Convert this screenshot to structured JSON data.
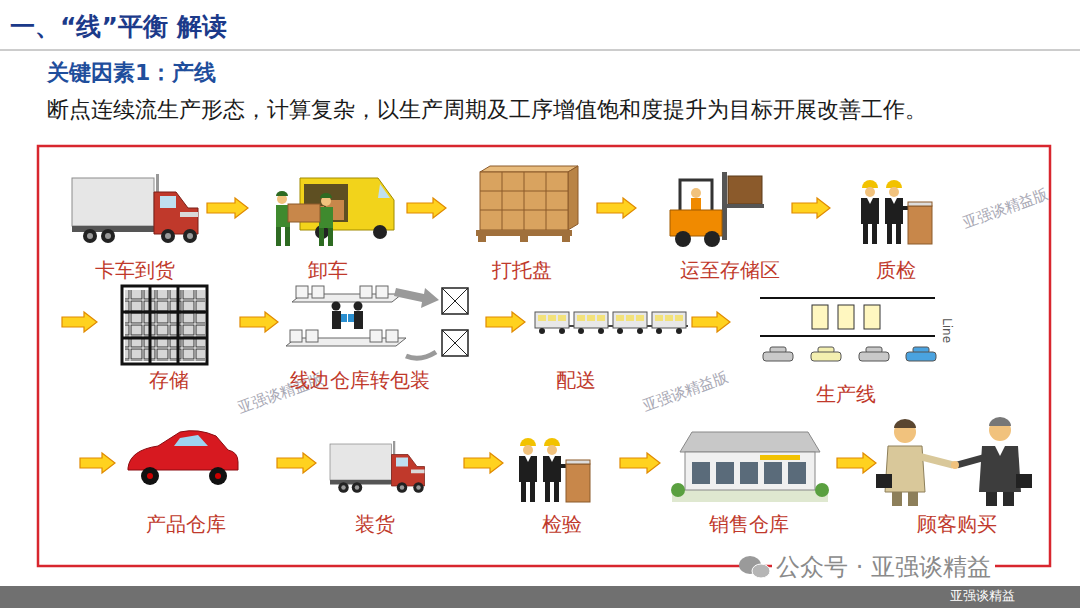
{
  "diagram": {
    "title": "一、“线”平衡 解读",
    "nodes": [
      {
        "text": [
          "卡车到货"
        ]
      },
      {
        "text": [
          "卸车"
        ]
      },
      {
        "text": [
          "打托盘"
        ]
      },
      {
        "text": [
          "运至存储区"
        ]
      },
      {
        "text": [
          "质检"
        ]
      },
      {
        "text": [
          "存储"
        ]
      },
      {
        "text": [
          "线边仓库转包装"
        ]
      },
      {
        "text": [
          "配送"
        ]
      },
      {
        "text": [
          "生产线"
        ]
      },
      {
        "text": [
          "产品仓库"
        ]
      },
      {
        "text": [
          "装货"
        ]
      },
      {
        "text": [
          "检验"
        ]
      },
      {
        "text": [
          "销售仓库"
        ]
      },
      {
        "text": [
          "顾客购买"
        ]
      }
    ],
    "edges": [
      {
        "from": 0,
        "to": 1,
        "arrow": "to"
      },
      {
        "from": 1,
        "to": 2,
        "arrow": "to"
      },
      {
        "from": 2,
        "to": 3,
        "arrow": "to"
      },
      {
        "from": 3,
        "to": 4,
        "arrow": "to"
      },
      {
        "from": 5,
        "to": 6,
        "arrow": "to"
      },
      {
        "from": 6,
        "to": 7,
        "arrow": "to"
      },
      {
        "from": 7,
        "to": 8,
        "arrow": "to"
      },
      {
        "from": 9,
        "to": 10,
        "arrow": "to"
      },
      {
        "from": 10,
        "to": 11,
        "arrow": "to"
      },
      {
        "from": 11,
        "to": 12,
        "arrow": "to"
      },
      {
        "from": 12,
        "to": 13,
        "arrow": "to"
      }
    ],
    "labels": [
      "关键因素1：产线",
      "断点连续流生产形态，计算复杂，以生产周期及工序增值饱和度提升为目标开展改善工作。",
      "Line",
      "亚强谈精益版",
      "亚强谈精益版",
      "亚强谈精益版",
      "公众号 · 亚强谈精益",
      "亚强谈精益"
    ]
  }
}
